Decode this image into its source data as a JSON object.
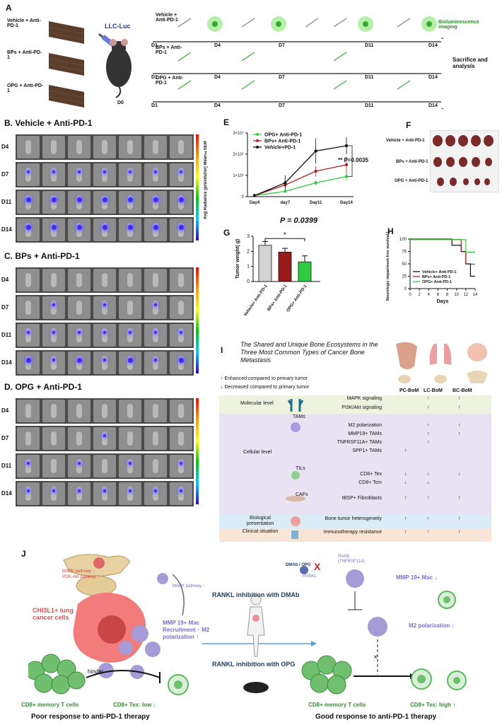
{
  "panelA": {
    "label": "A",
    "groups": [
      "Vehicle + Anti-PD-1",
      "BPs + Anti-PD-1",
      "OPG + Anti-PD-1"
    ],
    "cell_line": "LLC-Luc",
    "d0": "D0",
    "days": [
      "D1",
      "D4",
      "D7",
      "D11",
      "D14"
    ],
    "biolum": "Bioluminescence imaging",
    "sacrifice": "Sacrifice and analysis"
  },
  "panelB": {
    "label": "B.",
    "title": "Vehicle + Anti-PD-1"
  },
  "panelC": {
    "label": "C.",
    "title": "BPs + Anti-PD-1"
  },
  "panelD": {
    "label": "D.",
    "title": "OPG + Anti-PD-1"
  },
  "imaging_days": [
    "D4",
    "D7",
    "D11",
    "D14"
  ],
  "colorbar_label": "Avg Radiance [p/s/cm2/sr] Mean±SEM",
  "panelE": {
    "label": "E",
    "pvalue": "** P=0.0035"
  },
  "panelF": {
    "label": "F",
    "rows": [
      "Vehicle + Anti-PD-1",
      "BPs + Anti-PD-1",
      "OPG + Anti-PD-1"
    ]
  },
  "panelG": {
    "label": "G",
    "pvalue": "P = 0.0399",
    "star": "*"
  },
  "panelH": {
    "label": "H"
  },
  "chart_data": [
    {
      "type": "line",
      "categories": [
        "Day4",
        "day7",
        "Day11",
        "Day14"
      ],
      "series": [
        {
          "name": "OPG+ Anti-PD-1",
          "values": [
            500000,
            2500000,
            6500000,
            9500000
          ],
          "color": "#2ecc40"
        },
        {
          "name": "BPs+ Anti-PD-1",
          "values": [
            500000,
            5500000,
            12000000,
            15000000
          ],
          "color": "#b22222"
        },
        {
          "name": "Vehicle+PD-1",
          "values": [
            500000,
            6500000,
            21500000,
            24000000
          ],
          "color": "#111111"
        }
      ],
      "ylim": [
        0,
        30000000
      ],
      "yticks": [
        "0",
        "1×10⁷",
        "2×10⁷",
        "3×10⁷"
      ],
      "legend": "top-left"
    },
    {
      "type": "bar",
      "categories": [
        "Vehicle+ Anti-PD-1",
        "BPs+ Anti-PD-1",
        "OPG+ Anti-PD-1"
      ],
      "values": [
        2.4,
        1.95,
        1.3
      ],
      "errors": [
        0.25,
        0.25,
        0.4
      ],
      "colors": [
        "#d3d3d3",
        "#9b1b1b",
        "#2ecc40"
      ],
      "ylabel": "Tumor weight( g)",
      "ylim": [
        0,
        3
      ],
      "yticks": [
        "0",
        "1",
        "2",
        "3"
      ]
    },
    {
      "type": "line",
      "xlabel": "Days",
      "ylabel": "Neurologic impairment-free survival [%]",
      "xlim": [
        0,
        14
      ],
      "ylim": [
        0,
        100
      ],
      "xticks": [
        "0",
        "2",
        "4",
        "6",
        "8",
        "10",
        "12",
        "14"
      ],
      "yticks": [
        "0",
        "25",
        "50",
        "75",
        "100"
      ],
      "series": [
        {
          "name": "Vehicle+ Anti-PD-1",
          "color": "#111111",
          "x": [
            0,
            9,
            9,
            11,
            11,
            12,
            12,
            13,
            13,
            14
          ],
          "y": [
            100,
            100,
            87.5,
            87.5,
            75,
            75,
            50,
            50,
            25,
            25
          ]
        },
        {
          "name": "BPs+ Anti-PD-1",
          "color": "#b22222",
          "x": [
            0,
            11,
            11,
            12,
            12,
            14
          ],
          "y": [
            100,
            100,
            75,
            75,
            50,
            50
          ]
        },
        {
          "name": "OPG+ Anti-PD-1",
          "color": "#2ecc40",
          "x": [
            0,
            12,
            12,
            14
          ],
          "y": [
            100,
            100,
            75,
            75
          ]
        }
      ],
      "legend": "bottom-left"
    }
  ],
  "panelI": {
    "label": "I",
    "title": "The Shared and Unique Bone Ecosystems in the Three Most Common Types of Cancer Bone Metastasis",
    "legend_up": "Enhanced compared to primary tumor",
    "legend_down": "Decreased compared to primary tumor",
    "cols": [
      "PC-BoM",
      "LC-BoM",
      "BC-BoM"
    ],
    "sections": {
      "molecular": "Molecular level",
      "cellular": "Cellular level",
      "bio": "Biological presentation",
      "clinical": "Clinical situation"
    },
    "subgroups": {
      "tams": "TAMs",
      "tils": "TILs",
      "cafs": "CAFs"
    },
    "rows": [
      {
        "name": "MAPK signaling",
        "pc": "",
        "lc": "↑",
        "bc": "↑"
      },
      {
        "name": "PI3K/Akt signaling",
        "pc": "",
        "lc": "↑",
        "bc": "↑"
      },
      {
        "name": "M2 polarization",
        "pc": "",
        "lc": "↑",
        "bc": "↑"
      },
      {
        "name": "MMP19+ TAMs",
        "pc": "",
        "lc": "↑",
        "bc": "↑"
      },
      {
        "name": "TNFRSF11A+ TAMs",
        "pc": "",
        "lc": "↑",
        "bc": ""
      },
      {
        "name": "SPP1+ TAMs",
        "pc": "↑",
        "lc": "",
        "bc": ""
      },
      {
        "name": "CD8+ Tex",
        "pc": "↓",
        "lc": "↓",
        "bc": "↓"
      },
      {
        "name": "CD8+ Tcm",
        "pc": "↓",
        "lc": "↓",
        "bc": ""
      },
      {
        "name": "IBSP+ Fibroblasts",
        "pc": "↑",
        "lc": "↑",
        "bc": "↑"
      },
      {
        "name": "Bone tumor heterogeneity",
        "pc": "↑",
        "lc": "↑",
        "bc": "↑"
      },
      {
        "name": "Immunotherapy resistance",
        "pc": "↑",
        "lc": "↑",
        "bc": "↑"
      }
    ]
  },
  "panelJ": {
    "label": "J",
    "mapk_up": "MAPK pathway ↑",
    "pi3k_up": "PI3K-Akt pathway ↑",
    "cancer_cells": "CHI3L1+ lung cancer cells",
    "mapk_mac": "MAPK pathway ↑",
    "mmp_mac": "MMP 19+ Mac Recruitment ↑ M2 polarization ↑",
    "hinder": "hinder",
    "cd8_mem_left": "CD8+ memory T cells",
    "tex_low": "CD8+ Tex:  low ↓",
    "poor": "Poor response to anti-PD-1 therapy",
    "dmab": "RANKL inhibition with DMAb",
    "opg": "RANKL inhibition with OPG",
    "dmab_opg": "DMAb / OPG",
    "rankl": "RANKL",
    "rank": "RANK (TNFRSF11A)",
    "mmp_down": "MMP 19+ Mac ↓",
    "m2_down": "M2 polarization ↓",
    "cd8_mem_right": "CD8+ memory T cells",
    "tex_high": "CD8+ Tex: high ↑",
    "good": "Good response to anti-PD-1 therapy"
  }
}
